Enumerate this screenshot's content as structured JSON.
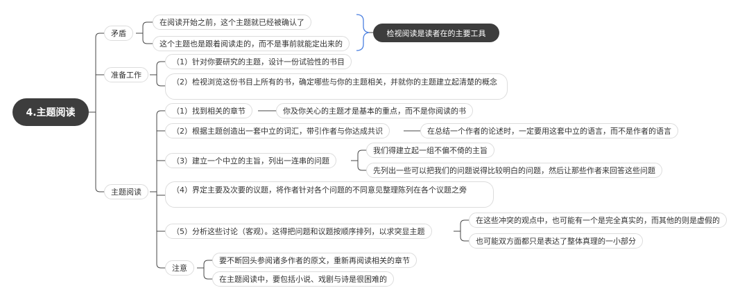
{
  "root": "4.主题阅读",
  "branches": {
    "maodun": {
      "label": "矛盾",
      "children": [
        "在阅读开始之前，这个主题就已经被确认了",
        "这个主题也是跟着阅读走的，而不是事前就能定出来的"
      ],
      "summary": "检视阅读是读者在的主要工具"
    },
    "zhunbei": {
      "label": "准备工作",
      "children": [
        "（1）针对你要研究的主题，设计一份试验性的书目",
        "（2）检视浏览这份书目上所有的书，确定哪些与你的主题相关，并就你的主题建立起清楚的概念"
      ]
    },
    "zhuti": {
      "label": "主题阅读",
      "steps": [
        {
          "label": "（1）找到相关的章节",
          "children": [
            "你及你关心的主题才是基本的重点，而不是你阅读的书"
          ]
        },
        {
          "label": "（2）根据主题创造出一套中立的词汇，带引作者与你达成共识",
          "children": [
            "在总结一个作者的论述时，一定要用这套中立的语言，而不是作者的语言"
          ]
        },
        {
          "label": "（3）建立一个中立的主旨，列出一连串的问题",
          "children": [
            "我们得建立起一组不偏不倚的主旨",
            "先列出一些可以把我们的问题说得比较明白的问题，然后让那些作者来回答这些问题"
          ]
        },
        {
          "label": "（4）界定主要及次要的议题，将作者针对各个问题的不同意见整理陈列在各个议题之旁",
          "children": []
        },
        {
          "label": "（5）分析这些讨论（客观）。这得把问题和议题按顺序排列，以求突显主题",
          "children": [
            "在这些冲突的观点中，也可能有一个是完全真实的，而其他的则是虚假的",
            "也可能双方面都只是表达了整体真理的一小部分"
          ]
        },
        {
          "label": "注意",
          "children": [
            "要不断回头参阅诸多作者的原文，重新再阅读相关的章节",
            "在主题阅读中，要包括小说、戏剧与诗是很困难的"
          ]
        }
      ]
    }
  },
  "colors": {
    "root": "#3d3d3d",
    "line": "#444444",
    "brace": "#4a7fe0",
    "border": "#dcdcdc"
  }
}
